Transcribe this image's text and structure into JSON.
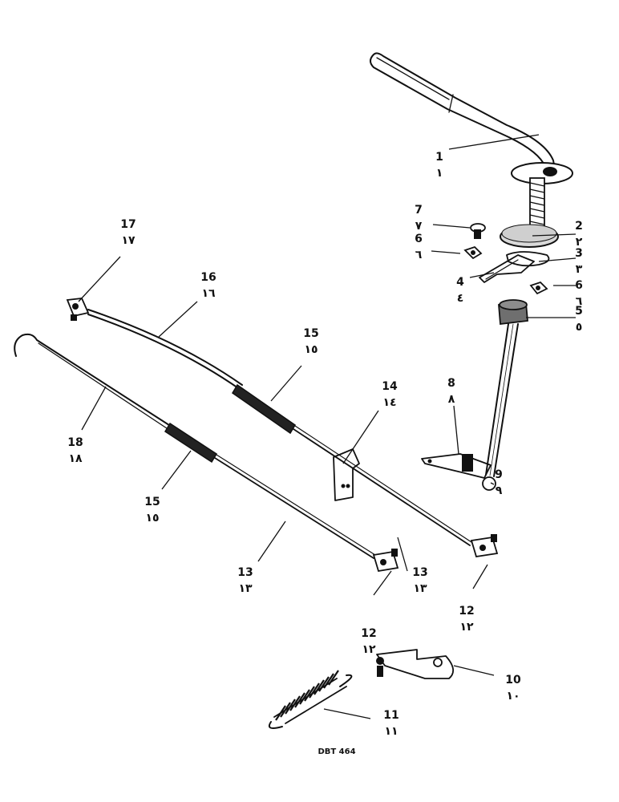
{
  "drawing_ref": "DBT 464",
  "callouts": [
    {
      "id": "1",
      "num": "1",
      "ar": "١"
    },
    {
      "id": "2",
      "num": "2",
      "ar": "٢"
    },
    {
      "id": "3",
      "num": "3",
      "ar": "٣"
    },
    {
      "id": "4",
      "num": "4",
      "ar": "٤"
    },
    {
      "id": "5",
      "num": "5",
      "ar": "٥"
    },
    {
      "id": "6a",
      "num": "6",
      "ar": "٦"
    },
    {
      "id": "6b",
      "num": "6",
      "ar": "٦"
    },
    {
      "id": "7",
      "num": "7",
      "ar": "٧"
    },
    {
      "id": "8",
      "num": "8",
      "ar": "٨"
    },
    {
      "id": "9",
      "num": "9",
      "ar": "٩"
    },
    {
      "id": "10",
      "num": "10",
      "ar": "١٠"
    },
    {
      "id": "11",
      "num": "11",
      "ar": "١١"
    },
    {
      "id": "12a",
      "num": "12",
      "ar": "١٢"
    },
    {
      "id": "12b",
      "num": "12",
      "ar": "١٢"
    },
    {
      "id": "13a",
      "num": "13",
      "ar": "١٣"
    },
    {
      "id": "13b",
      "num": "13",
      "ar": "١٣"
    },
    {
      "id": "14",
      "num": "14",
      "ar": "١٤"
    },
    {
      "id": "15a",
      "num": "15",
      "ar": "١٥"
    },
    {
      "id": "15b",
      "num": "15",
      "ar": "١٥"
    },
    {
      "id": "16",
      "num": "16",
      "ar": "١٦"
    },
    {
      "id": "17",
      "num": "17",
      "ar": "١٧"
    },
    {
      "id": "18",
      "num": "18",
      "ar": "١٨"
    }
  ]
}
